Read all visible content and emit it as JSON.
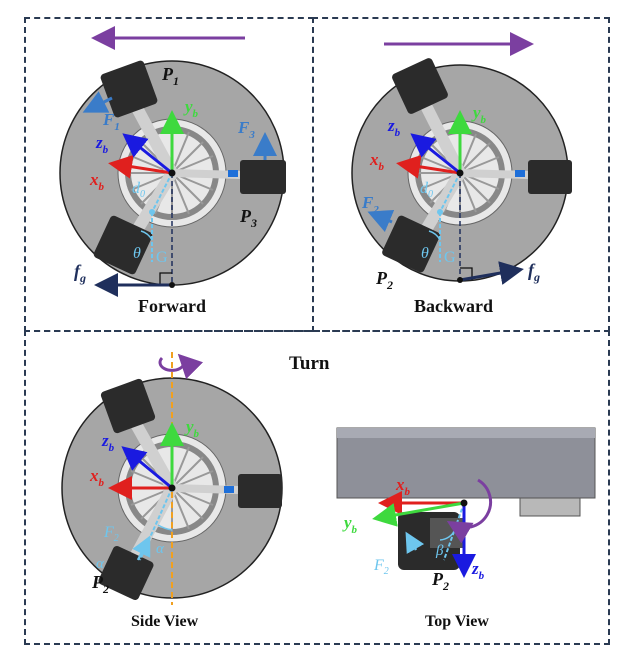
{
  "panels": {
    "forward": {
      "caption": "Forward",
      "labels": {
        "P": "P",
        "P_sub": "1",
        "P3": "P",
        "P3_sub": "3",
        "F1": "F",
        "F1_sub": "1",
        "F3": "F",
        "F3_sub": "3",
        "yb": "y",
        "yb_sub": "b",
        "zb": "z",
        "zb_sub": "b",
        "xb": "x",
        "xb_sub": "b",
        "d0": "d",
        "d0_sub": "0",
        "theta": "θ",
        "G": "G",
        "fg": "f",
        "fg_sub": "g"
      }
    },
    "backward": {
      "caption": "Backward",
      "labels": {
        "P": "P",
        "P_sub": "2",
        "F2": "F",
        "F2_sub": "2",
        "yb": "y",
        "yb_sub": "b",
        "zb": "z",
        "zb_sub": "b",
        "xb": "x",
        "xb_sub": "b",
        "d0": "d",
        "d0_sub": "0",
        "theta": "θ",
        "G": "G",
        "fg": "f",
        "fg_sub": "g"
      }
    },
    "turn": {
      "title": "Turn",
      "side_caption": "Side View",
      "top_caption": "Top View",
      "side_labels": {
        "yb": "y",
        "yb_sub": "b",
        "zb": "z",
        "zb_sub": "b",
        "xb": "x",
        "xb_sub": "b",
        "F2": "F",
        "F2_sub": "2",
        "alpha": "α",
        "P": "P",
        "P_sub": "2"
      },
      "top_labels": {
        "xb": "x",
        "xb_sub": "b",
        "yb": "y",
        "yb_sub": "b",
        "F2": "F",
        "F2_sub": "2",
        "beta": "β",
        "P": "P",
        "P_sub": "2",
        "zb": "z",
        "zb_sub": "b"
      }
    }
  },
  "colors": {
    "motion_arrow": "#7b3fa0",
    "x_axis": "#e0201e",
    "y_axis": "#3ed93e",
    "z_axis": "#1a1ae0",
    "force": "#3a7cc9",
    "light_blue": "#6ec6ee",
    "dark_navy": "#1f2f5c",
    "wheel_gray": "#a6a6a6",
    "gravity_line": "#f0a020"
  }
}
